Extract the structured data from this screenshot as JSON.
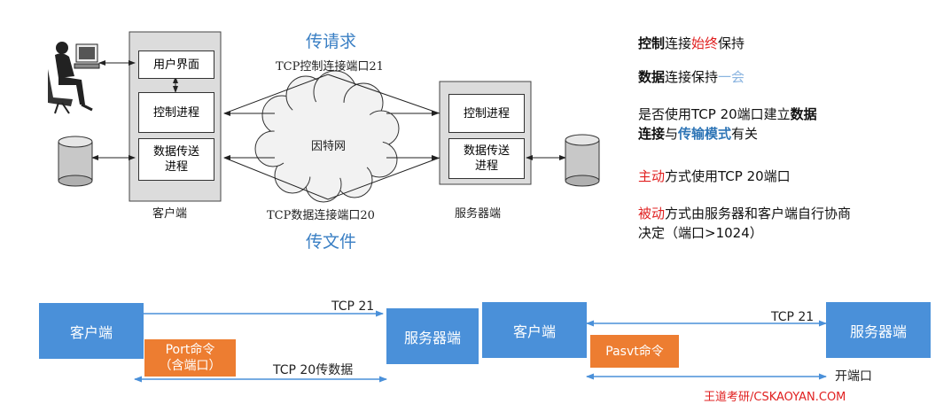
{
  "top": {
    "req_label": "传请求",
    "file_label": "传文件",
    "control_port_label": "TCP控制连接端口21",
    "data_port_label": "TCP数据连接端口20",
    "internet_label": "因特网",
    "client": {
      "ui_label": "用户界面",
      "control_label": "控制进程",
      "data_label_1": "数据传送",
      "data_label_2": "进程",
      "caption": "客户端"
    },
    "server": {
      "control_label": "控制进程",
      "data_label_1": "数据传送",
      "data_label_2": "进程",
      "caption": "服务器端"
    }
  },
  "notes": {
    "line1": {
      "a": "控制",
      "b": "连接",
      "c": "始终",
      "d": "保持"
    },
    "line2": {
      "a": "数据",
      "b": "连接保持",
      "c": "一会"
    },
    "line3": {
      "a": "是否使用TCP 20端口建立",
      "b": "数据",
      "c": "连接",
      "d": "与",
      "e": "传输模式",
      "f": "有关"
    },
    "line4": {
      "a": "主动",
      "b": "方式使用TCP 20端口"
    },
    "line5": {
      "a": "被动",
      "b": "方式由服务器和客户端自行协商",
      "c": "决定（端口>1024）"
    }
  },
  "active_mode": {
    "client_label": "客户端",
    "server_label": "服务器端",
    "tcp21_label": "TCP 21",
    "tcp20_label": "TCP 20传数据",
    "cmd_line1": "Port命令",
    "cmd_line2": "（含端口）"
  },
  "passive_mode": {
    "client_label": "客户端",
    "server_label": "服务器端",
    "tcp21_label": "TCP 21",
    "cmd_label": "Pasvt命令",
    "open_port_label": "开端口"
  },
  "watermark": "王道考研/CSKAOYAN.COM",
  "colors": {
    "blue_box": "#4a90d9",
    "orange_box": "#ed7d31",
    "red_text": "#e02020",
    "blue_text": "#2e75b6"
  }
}
